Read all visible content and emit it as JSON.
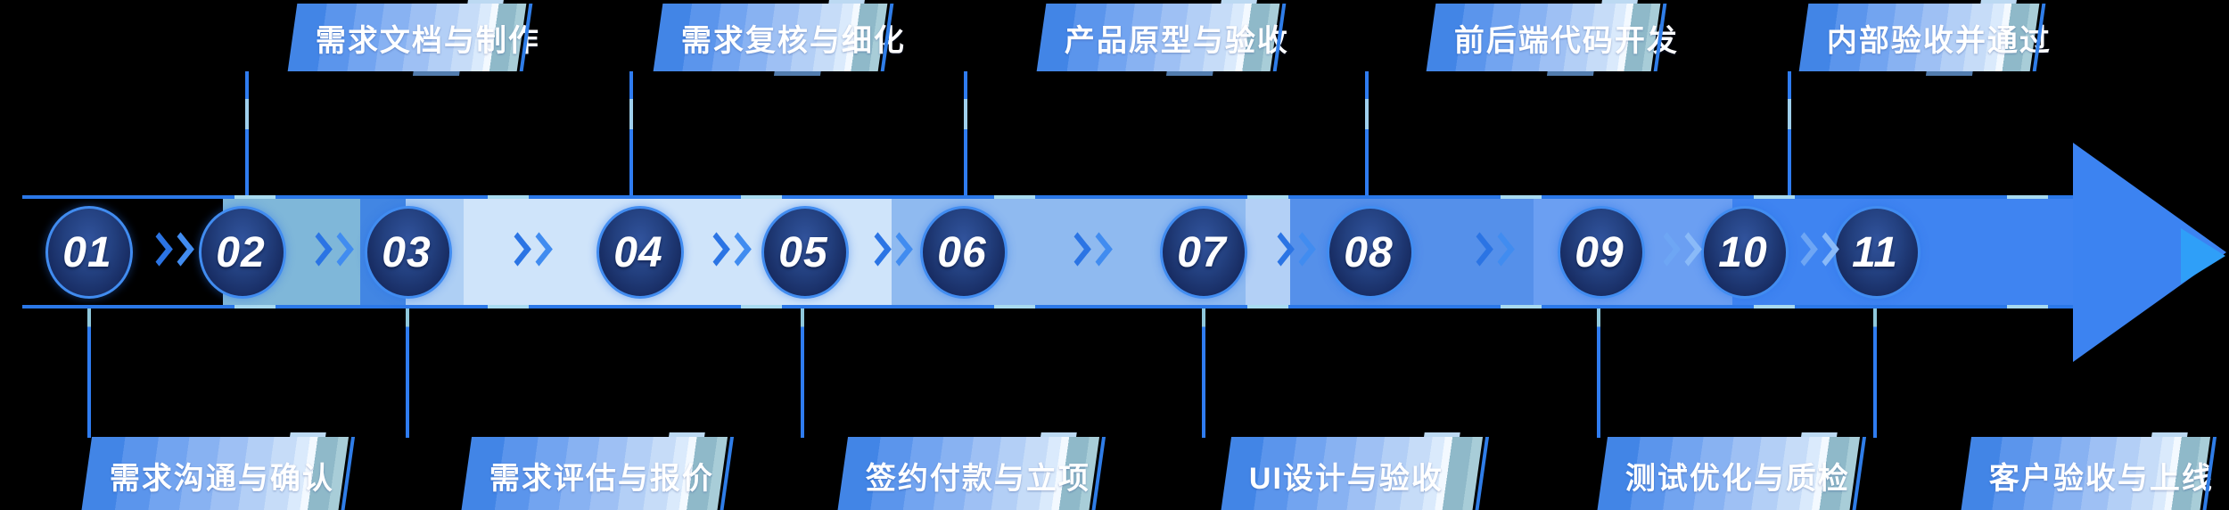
{
  "diagram": {
    "type": "process-timeline",
    "direction": "left-to-right",
    "step_count": 11
  },
  "steps": [
    {
      "num": "01",
      "label": "需求沟通与确认",
      "side": "bottom"
    },
    {
      "num": "02",
      "label": "需求文档与制作",
      "side": "top"
    },
    {
      "num": "03",
      "label": "需求评估与报价",
      "side": "bottom"
    },
    {
      "num": "04",
      "label": "需求复核与细化",
      "side": "top"
    },
    {
      "num": "05",
      "label": "签约付款与立项",
      "side": "bottom"
    },
    {
      "num": "06",
      "label": "产品原型与验收",
      "side": "top"
    },
    {
      "num": "07",
      "label": "UI设计与验收",
      "side": "bottom"
    },
    {
      "num": "08",
      "label": "前后端代码开发",
      "side": "top"
    },
    {
      "num": "09",
      "label": "测试优化与质检",
      "side": "bottom"
    },
    {
      "num": "10",
      "label": "内部验收并通过",
      "side": "top"
    },
    {
      "num": "11",
      "label": "客户验收与上线",
      "side": "bottom"
    }
  ],
  "icons": {
    "between_steps": "double-chevron-right",
    "end": "arrowhead-right"
  },
  "colors": {
    "background": "#000000",
    "arrow_blue": "#3c83f1",
    "band_border_blue": "#2b78e8",
    "band_steel_blue": "#7fb7d9",
    "band_light_blue": "#cfe4fa",
    "band_medium_blue": "#8fbaf0",
    "band_deep_blue": "#5590ea",
    "circle_navy": "#1c3575",
    "circle_ring": "#418cf0",
    "banner_blue_start": "#4285e6",
    "banner_pale": "#f3f9ff",
    "banner_teal_tail": "#8fb9c9",
    "text_white": "#ffffff"
  }
}
